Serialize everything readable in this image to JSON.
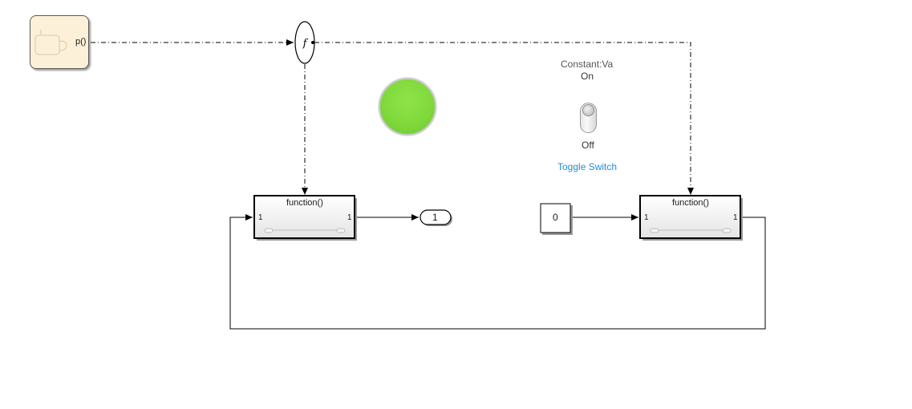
{
  "chart_block": {
    "port_label": "p()"
  },
  "caller": {
    "symbol": "f"
  },
  "subsystem_left": {
    "title": "function()",
    "in_port": "1",
    "out_port": "1"
  },
  "subsystem_right": {
    "title": "function()",
    "in_port": "1",
    "out_port": "1"
  },
  "outport": {
    "label": "1"
  },
  "constant": {
    "value": "0"
  },
  "toggle": {
    "top_label": "Constant:Va",
    "on_label": "On",
    "off_label": "Off",
    "name": "Toggle Switch",
    "name_color": "#1e8fd6"
  },
  "lamp": {
    "color": "#7fd83a"
  }
}
